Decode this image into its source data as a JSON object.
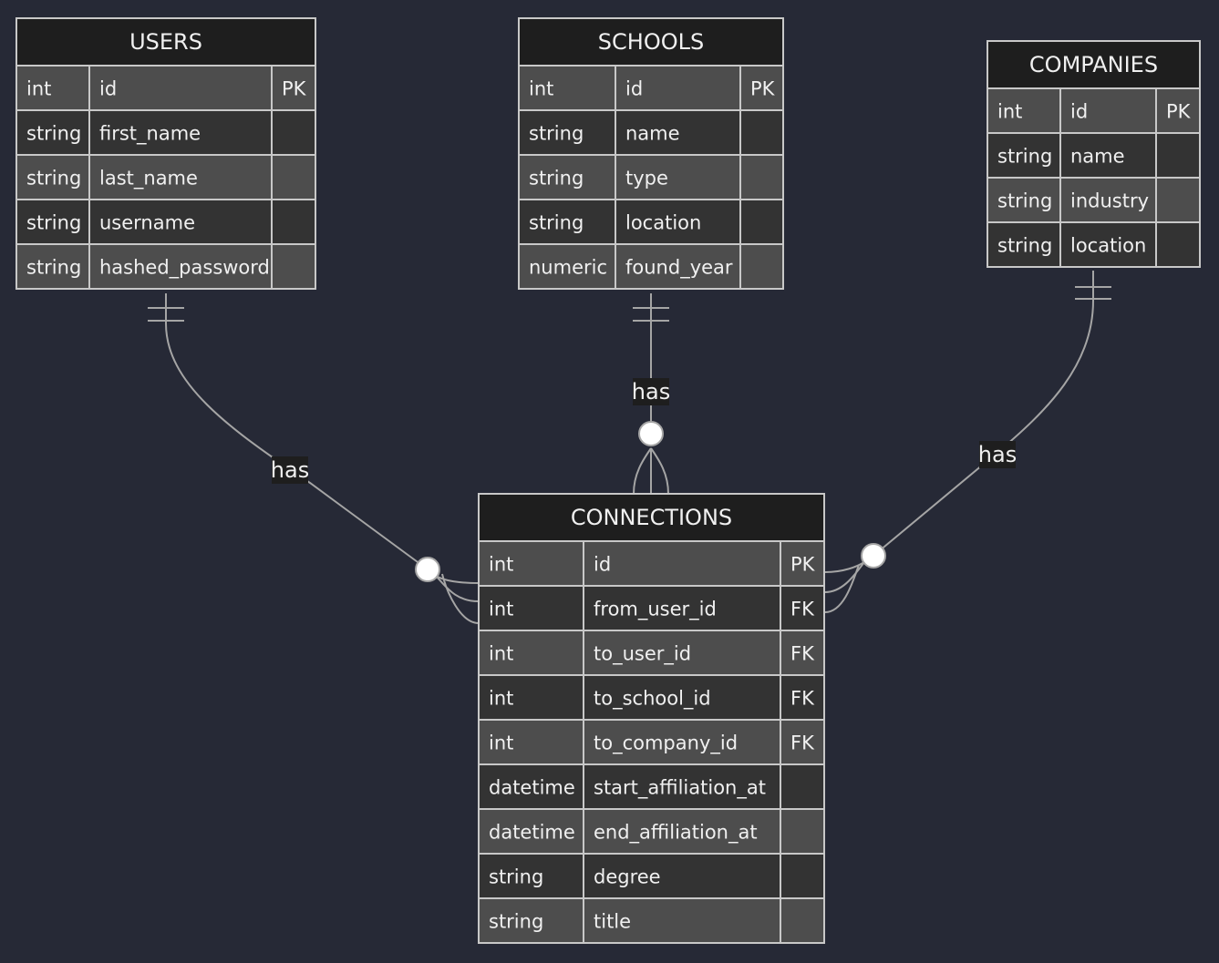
{
  "diagram": {
    "entities": [
      {
        "id": "users",
        "name": "USERS",
        "attributes": [
          {
            "type": "int",
            "name": "id",
            "key": "PK"
          },
          {
            "type": "string",
            "name": "first_name",
            "key": ""
          },
          {
            "type": "string",
            "name": "last_name",
            "key": ""
          },
          {
            "type": "string",
            "name": "username",
            "key": ""
          },
          {
            "type": "string",
            "name": "hashed_password",
            "key": ""
          }
        ]
      },
      {
        "id": "schools",
        "name": "SCHOOLS",
        "attributes": [
          {
            "type": "int",
            "name": "id",
            "key": "PK"
          },
          {
            "type": "string",
            "name": "name",
            "key": ""
          },
          {
            "type": "string",
            "name": "type",
            "key": ""
          },
          {
            "type": "string",
            "name": "location",
            "key": ""
          },
          {
            "type": "numeric",
            "name": "found_year",
            "key": ""
          }
        ]
      },
      {
        "id": "companies",
        "name": "COMPANIES",
        "attributes": [
          {
            "type": "int",
            "name": "id",
            "key": "PK"
          },
          {
            "type": "string",
            "name": "name",
            "key": ""
          },
          {
            "type": "string",
            "name": "industry",
            "key": ""
          },
          {
            "type": "string",
            "name": "location",
            "key": ""
          }
        ]
      },
      {
        "id": "connections",
        "name": "CONNECTIONS",
        "attributes": [
          {
            "type": "int",
            "name": "id",
            "key": "PK"
          },
          {
            "type": "int",
            "name": "from_user_id",
            "key": "FK"
          },
          {
            "type": "int",
            "name": "to_user_id",
            "key": "FK"
          },
          {
            "type": "int",
            "name": "to_school_id",
            "key": "FK"
          },
          {
            "type": "int",
            "name": "to_company_id",
            "key": "FK"
          },
          {
            "type": "datetime",
            "name": "start_affiliation_at",
            "key": ""
          },
          {
            "type": "datetime",
            "name": "end_affiliation_at",
            "key": ""
          },
          {
            "type": "string",
            "name": "degree",
            "key": ""
          },
          {
            "type": "string",
            "name": "title",
            "key": ""
          }
        ]
      }
    ],
    "relationships": [
      {
        "id": "users-connections",
        "from": "users",
        "to": "connections",
        "label": "has",
        "from_card": "exactly-one",
        "to_card": "zero-or-many"
      },
      {
        "id": "schools-connections",
        "from": "schools",
        "to": "connections",
        "label": "has",
        "from_card": "exactly-one",
        "to_card": "zero-or-many"
      },
      {
        "id": "companies-connections",
        "from": "companies",
        "to": "connections",
        "label": "has",
        "from_card": "exactly-one",
        "to_card": "zero-or-many"
      }
    ]
  },
  "colors": {
    "background": "#262936",
    "header": "#1e1e1e",
    "row_light": "#4d4d4d",
    "row_dark": "#333333",
    "border": "#c8c8c8",
    "text": "#f0f0f0",
    "line": "#a5a5a5"
  }
}
